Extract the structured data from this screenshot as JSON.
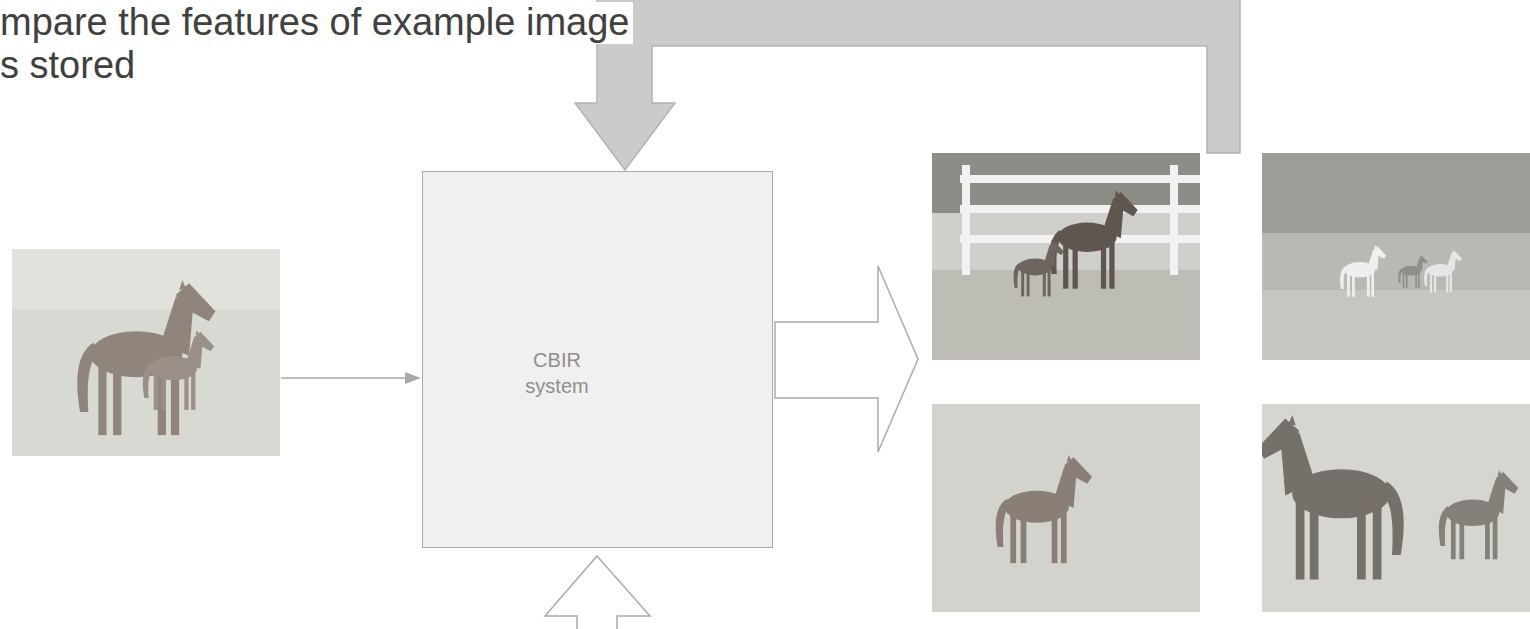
{
  "diagram": {
    "nodes": [
      {
        "text": [
          "CBIR system"
        ]
      }
    ],
    "labels": [
      "mpare the features of example image",
      "s stored"
    ]
  }
}
